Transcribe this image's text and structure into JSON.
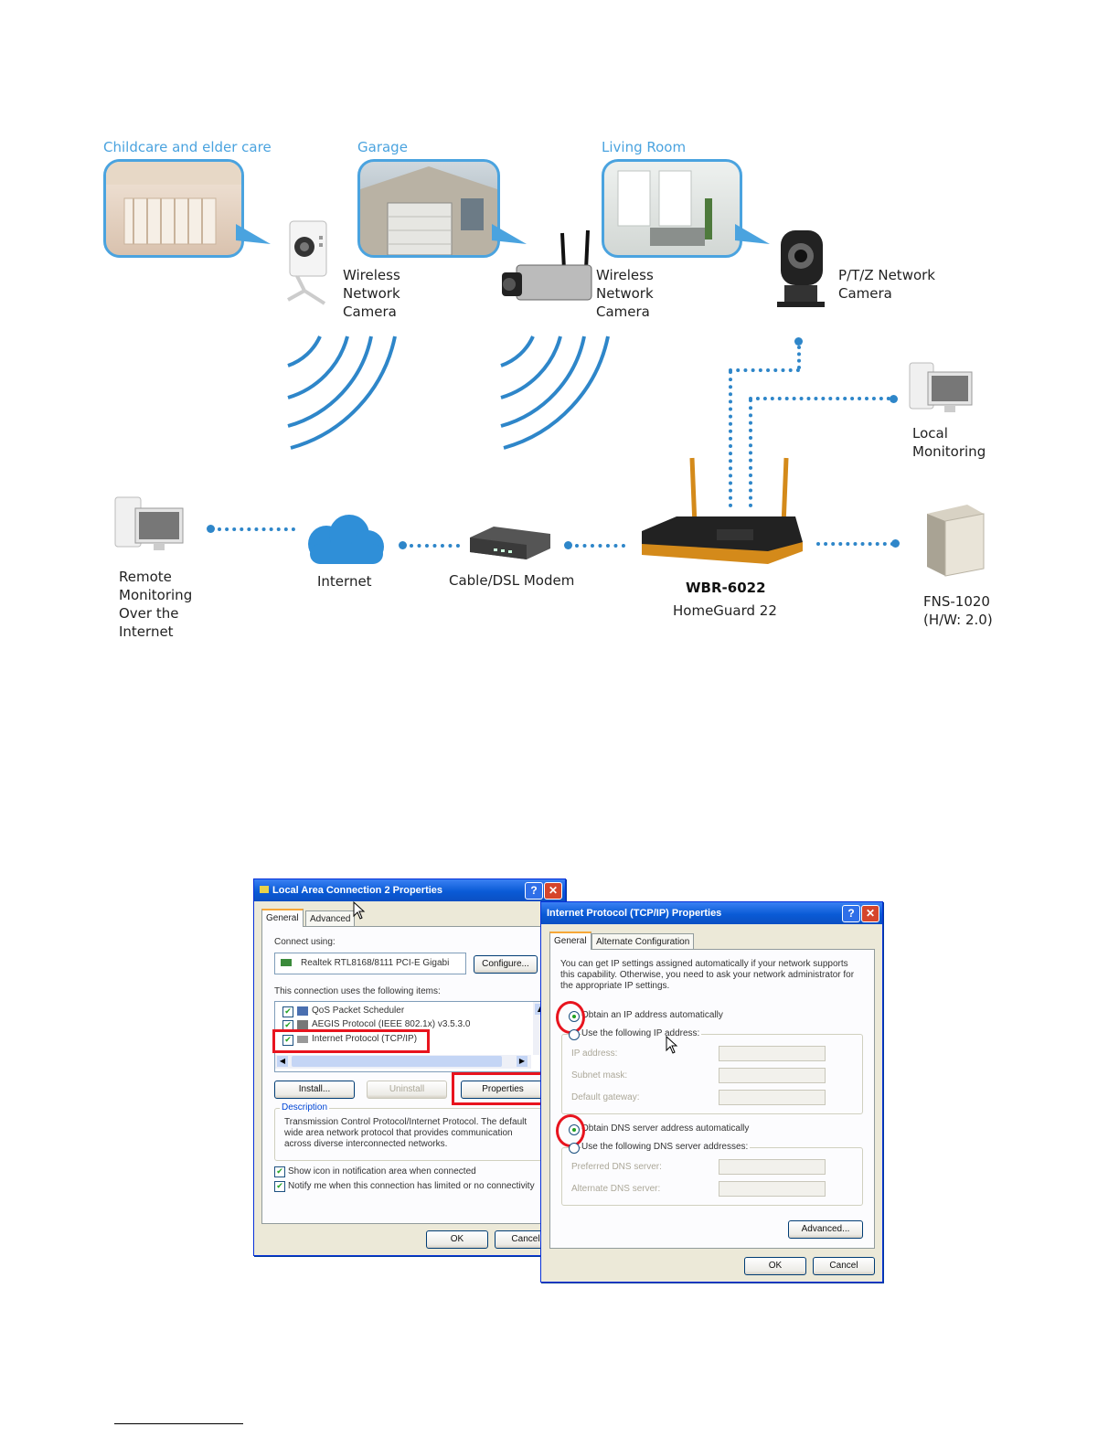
{
  "diagram": {
    "locations": [
      "Childcare and elder care",
      "Garage",
      "Living Room"
    ],
    "cameras": [
      {
        "label": "Wireless\nNetwork\nCamera"
      },
      {
        "label": "Wireless\nNetwork\nCamera"
      },
      {
        "label": "P/T/Z Network\nCamera"
      }
    ],
    "local_monitoring": "Local\nMonitoring",
    "remote_monitoring": "Remote\nMonitoring\nOver the\nInternet",
    "internet": "Internet",
    "modem": "Cable/DSL Modem",
    "router_model": "WBR-6022",
    "router_name": "HomeGuard 22",
    "nas": "FNS-1020\n(H/W: 2.0)"
  },
  "lac_dialog": {
    "title": "Local Area Connection 2 Properties",
    "tabs": [
      "General",
      "Advanced"
    ],
    "connect_using_label": "Connect using:",
    "adapter": "Realtek RTL8168/8111 PCI-E Gigabi",
    "configure": "Configure...",
    "items_label": "This connection uses the following items:",
    "items": [
      "QoS Packet Scheduler",
      "AEGIS Protocol (IEEE 802.1x) v3.5.3.0",
      "Internet Protocol (TCP/IP)"
    ],
    "install": "Install...",
    "uninstall": "Uninstall",
    "properties": "Properties",
    "description_label": "Description",
    "description": "Transmission Control Protocol/Internet Protocol. The default\nwide area network protocol that provides communication\nacross diverse interconnected networks.",
    "show_icon": "Show icon in notification area when connected",
    "notify": "Notify me when this connection has limited or no connectivity",
    "ok": "OK",
    "cancel": "Cancel"
  },
  "tcpip_dialog": {
    "title": "Internet Protocol (TCP/IP) Properties",
    "tabs": [
      "General",
      "Alternate Configuration"
    ],
    "intro": "You can get IP settings assigned automatically if your network supports\nthis capability. Otherwise, you need to ask your network administrator for\nthe appropriate IP settings.",
    "obtain_ip": "Obtain an IP address automatically",
    "use_ip": "Use the following IP address:",
    "ip_address": "IP address:",
    "subnet_mask": "Subnet mask:",
    "default_gateway": "Default gateway:",
    "obtain_dns": "Obtain DNS server address automatically",
    "use_dns": "Use the following DNS server addresses:",
    "preferred_dns": "Preferred DNS server:",
    "alternate_dns": "Alternate DNS server:",
    "advanced": "Advanced...",
    "ok": "OK",
    "cancel": "Cancel"
  },
  "colors": {
    "accent": "#4aa3df",
    "dots": "#2e86c9",
    "highlight": "#e8141e",
    "xp_title": "#0a5bd6"
  }
}
